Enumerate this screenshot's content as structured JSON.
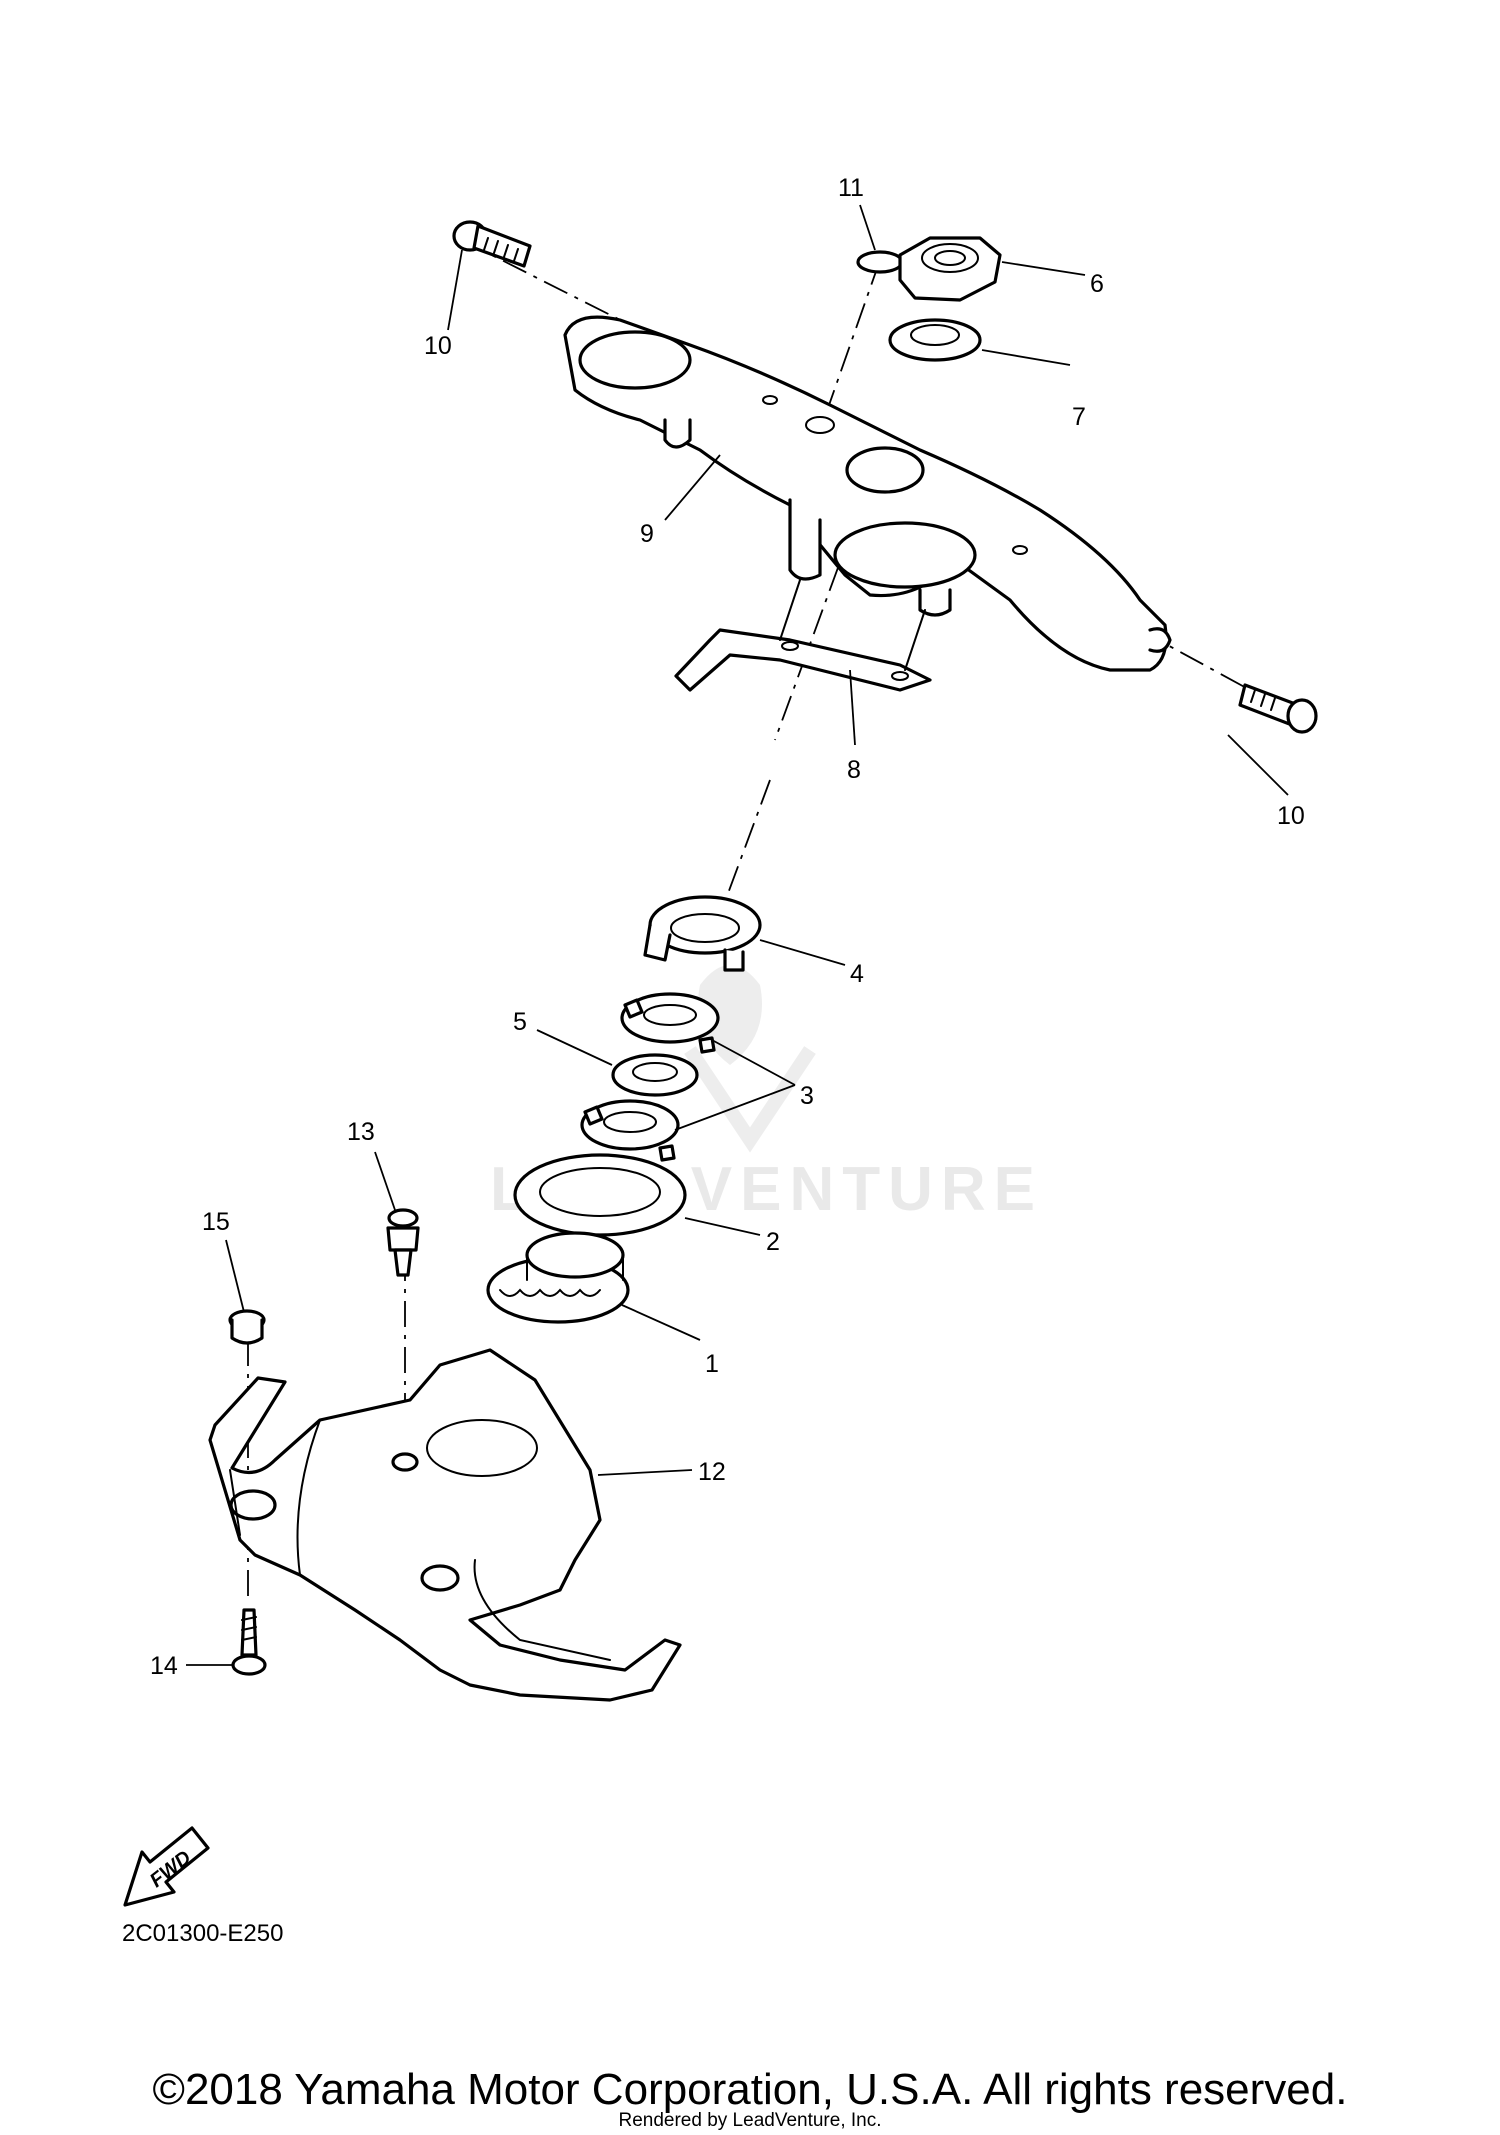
{
  "diagram": {
    "callouts": [
      "1",
      "2",
      "3",
      "4",
      "5",
      "6",
      "7",
      "8",
      "9",
      "10",
      "10",
      "11",
      "12",
      "13",
      "14",
      "15"
    ],
    "fwd_label": "FWD",
    "diagram_code": "2C01300-E250",
    "watermark": "LEADVENTURE"
  },
  "footer": {
    "copyright": "©2018 Yamaha Motor Corporation, U.S.A. All rights reserved.",
    "rendered_by": "Rendered by LeadVenture, Inc."
  }
}
